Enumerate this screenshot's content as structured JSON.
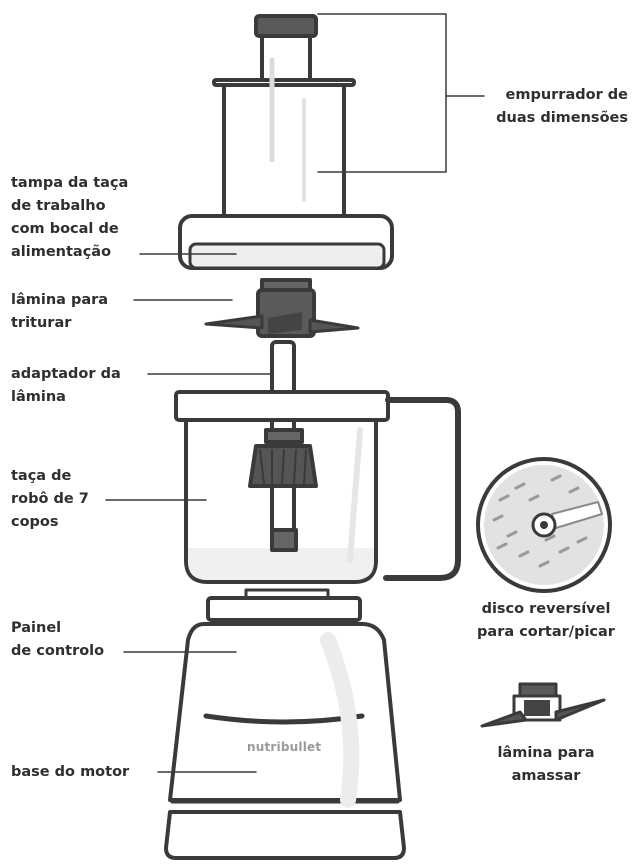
{
  "labels": {
    "pusher": "empurrador de\nduas dimensões",
    "lid": "tampa da taça\nde trabalho\ncom bocal de\nalimentação",
    "chopping_blade": "lâmina para\ntriturar",
    "blade_adapter": "adaptador da\nlâmina",
    "bowl": "taça de\nrobô de 7\ncopos",
    "control_panel": "Painel\nde controlo",
    "motor_base": "base do motor",
    "disc": "disco reversível\npara cortar/picar",
    "dough_blade": "lâmina para\namassar"
  },
  "brand": "nutribullet",
  "colors": {
    "outline": "#3a3a3a",
    "dark_part": "#555555",
    "light_fill": "#f3f3f3",
    "text": "#2f2f2f",
    "leader": "#3a3a3a"
  }
}
